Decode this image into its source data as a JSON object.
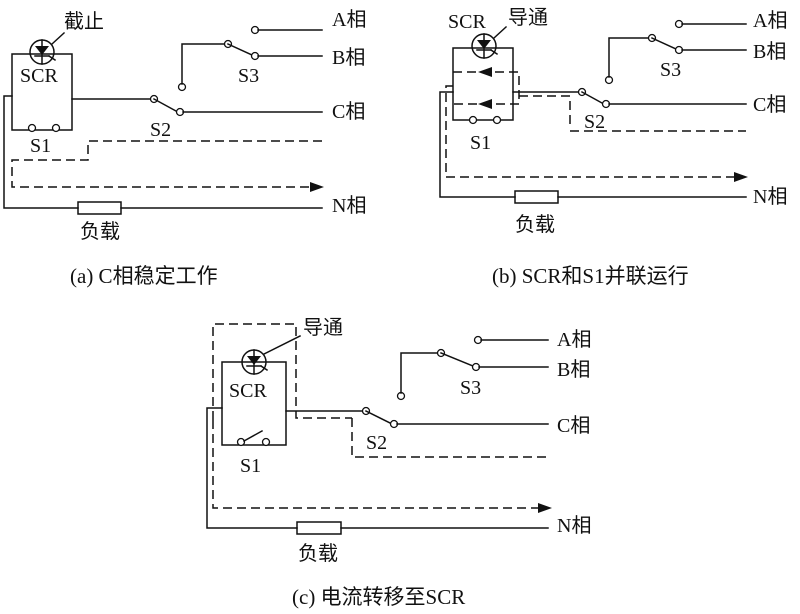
{
  "panels": {
    "a": {
      "caption": "(a)  C相稳定工作",
      "state": "截止",
      "scr": "SCR",
      "s1": "S1",
      "s2": "S2",
      "s3": "S3",
      "phase_a": "A相",
      "phase_b": "B相",
      "phase_c": "C相",
      "phase_n": "N相",
      "load": "负载"
    },
    "b": {
      "caption": "(b)  SCR和S1并联运行",
      "state": "导通",
      "scr": "SCR",
      "s1": "S1",
      "s2": "S2",
      "s3": "S3",
      "phase_a": "A相",
      "phase_b": "B相",
      "phase_c": "C相",
      "phase_n": "N相",
      "load": "负载"
    },
    "c": {
      "caption": "(c)  电流转移至SCR",
      "state": "导通",
      "scr": "SCR",
      "s1": "S1",
      "s2": "S2",
      "s3": "S3",
      "phase_a": "A相",
      "phase_b": "B相",
      "phase_c": "C相",
      "phase_n": "N相",
      "load": "负载"
    }
  }
}
